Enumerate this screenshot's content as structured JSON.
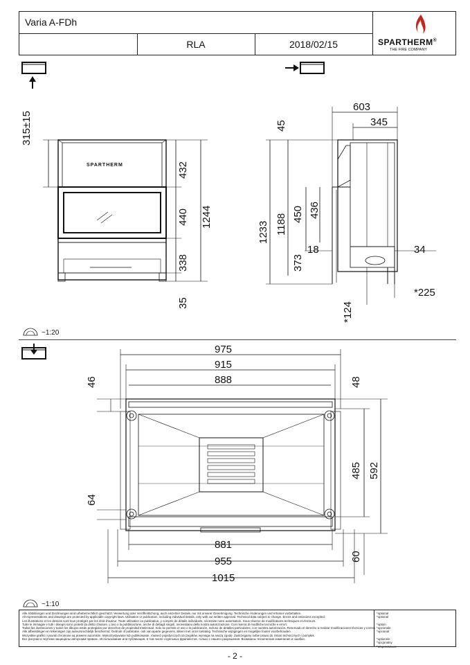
{
  "header": {
    "product": "Varia A-FDh",
    "variant": "RLA",
    "date": "2018/02/15",
    "brand": "SPARTHERM",
    "brand_mark": "®",
    "tagline": "THE FIRE COMPANY"
  },
  "scales": {
    "top": "~1:20",
    "bottom": "~1:10"
  },
  "front_view": {
    "stove_logo": "SPARTHERM",
    "dims": {
      "d315": "315±15",
      "d432": "432",
      "d440": "440",
      "d338": "338",
      "d1244": "1244",
      "d35": "35"
    }
  },
  "side_view": {
    "dims": {
      "d603": "603",
      "d345": "345",
      "d45": "45",
      "d1233": "1233",
      "d1188": "1188",
      "d450": "450",
      "d436": "436",
      "d373": "373",
      "d18": "18",
      "d34": "34",
      "d124": "*124",
      "d225": "*225"
    }
  },
  "top_view": {
    "dims": {
      "d975": "975",
      "d915": "915",
      "d888": "888",
      "d46": "46",
      "d48": "48",
      "d485": "485",
      "d592": "592",
      "d64": "64",
      "d881": "881",
      "d955": "955",
      "d1015": "1015",
      "d60": "60"
    }
  },
  "footer": {
    "legal": [
      "Alle Abbildungen und Zeichnungen sind urheberrechtlich geschützt. Verwertung oder Veröffentlichung, auch einzelner Details, nur mit unserer Genehmigung. Technische Änderungen und Irrtümer vorbehalten.",
      "All representations and drawings are protected by applicable copyright laws. Utilisation or publication, including individual details, only with our written approval. Technical data subject to change. Errors and omissions excepted.",
      "Les illustrations et les dessins sont tous protégés par les droit d'auteur. Toute utilisation ou publication, y compris de détails individuels, nécessite notre autorisation. Sous réserve de modifications techniques et d'erreurs.",
      "Tutte le immagini e tutti i disegni sono protetti da diritto d'autore. L'uso o la pubblicazione, anche di dettagli singoli, necessitano della nostra autorizzazione. Con riserva di modifiche tecniche e errori.",
      "Todas las ilustraciones y todos los dibujos están protegidos por derechos de propiedad intelectual. Solo se permite el uso o la publicación, incluso de detalles particulares, con nuestra autorización. Reservado el derecho a realizar modificaciones técnicas y correcciones de errores.",
      "Alle afbeeldingen en tekeningen zijn auteursrechtelijk beschermd. Gebruik of publicatie, ook van aparte gegevens, alleen met onze toelating. Technische wijzigingen en mogelijke fouten voorbehouden.",
      "Wszystkie grafiki i rysunki chronione są prawem autorskim. Wykorzystywanie lub publikowanie, również pojedynczych szczegółów, wymaga na naszą zgodę. Zastrzegamy sobie prawo do zmian technicznych i pomyłek.",
      "Все рисунки и чертежи защищены авторским правом.. Использование или публикация, в том числе отдельных фрагментов, только с нашего разрешения. Возможны технические изменения и ошибки."
    ],
    "options": [
      "*optional",
      "*optional",
      "",
      "*option",
      "*opzionale",
      "*opcional",
      "",
      "*optionele",
      "*opcjonalny",
      "*опционально"
    ],
    "page": "- 2 -"
  }
}
